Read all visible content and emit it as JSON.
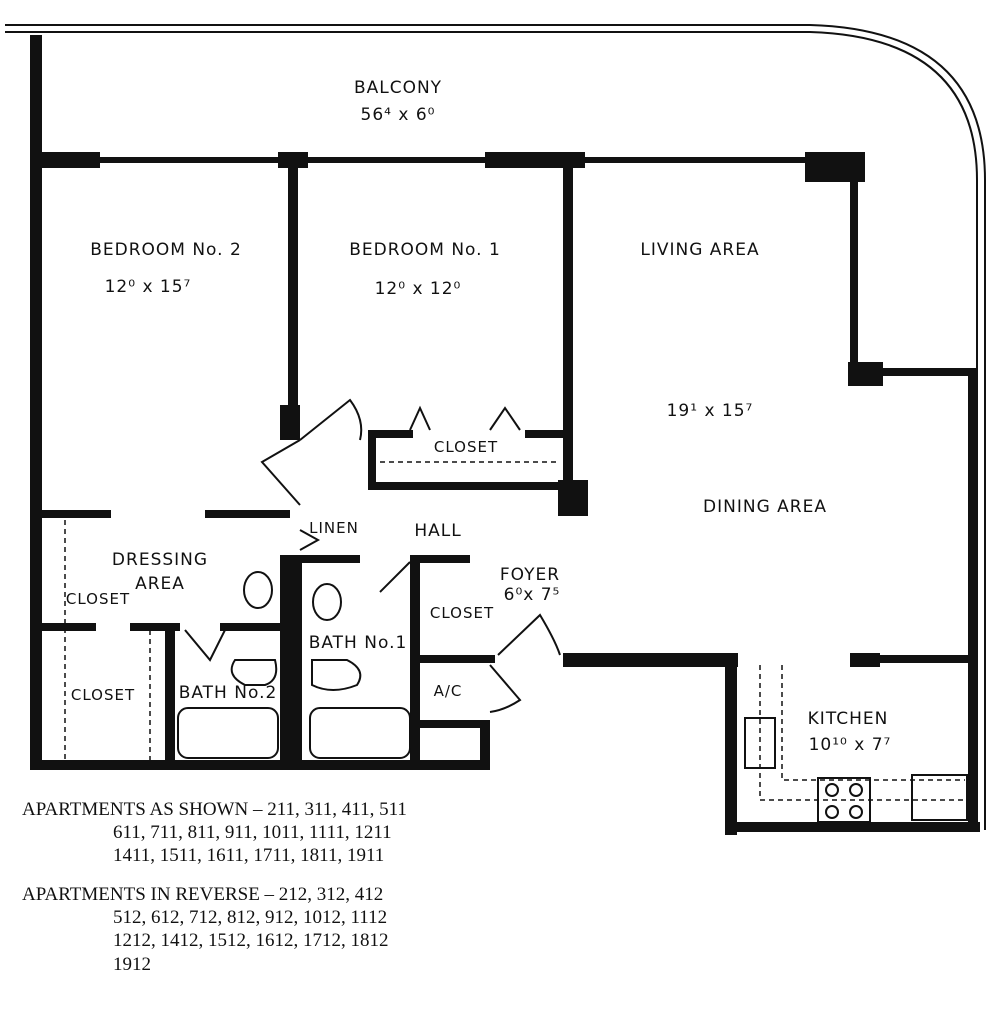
{
  "rooms": {
    "balcony": {
      "name": "BALCONY",
      "size": "56⁴ x 6⁰"
    },
    "bedroom2": {
      "name": "BEDROOM No. 2",
      "size": "12⁰ x 15⁷"
    },
    "bedroom1": {
      "name": "BEDROOM No. 1",
      "size": "12⁰ x 12⁰"
    },
    "living": {
      "name": "LIVING AREA",
      "size": "19¹ x 15⁷"
    },
    "dining": {
      "name": "DINING AREA"
    },
    "closet_bed1": {
      "name": "CLOSET"
    },
    "linen": {
      "name": "LINEN"
    },
    "hall": {
      "name": "HALL"
    },
    "dressing": {
      "name": "DRESSING",
      "name2": "AREA"
    },
    "closet_dressing": {
      "name": "CLOSET"
    },
    "closet_lower": {
      "name": "CLOSET"
    },
    "bath2": {
      "name": "BATH No.2"
    },
    "bath1": {
      "name": "BATH No.1"
    },
    "closet_foyer": {
      "name": "CLOSET"
    },
    "foyer": {
      "name": "FOYER",
      "size": "6⁰x 7⁵"
    },
    "ac": {
      "name": "A/C"
    },
    "kitchen": {
      "name": "KITCHEN",
      "size": "10¹⁰ x 7⁷"
    }
  },
  "notes": {
    "shown": [
      "APARTMENTS AS SHOWN – 211, 311, 411, 511",
      "611, 711, 811, 911, 1011, 1111, 1211",
      "1411, 1511, 1611, 1711, 1811, 1911"
    ],
    "reverse": [
      "APARTMENTS IN REVERSE – 212, 312, 412",
      "512, 612, 712, 812, 912, 1012, 1112",
      "1212, 1412, 1512, 1612, 1712, 1812",
      "1912"
    ]
  }
}
